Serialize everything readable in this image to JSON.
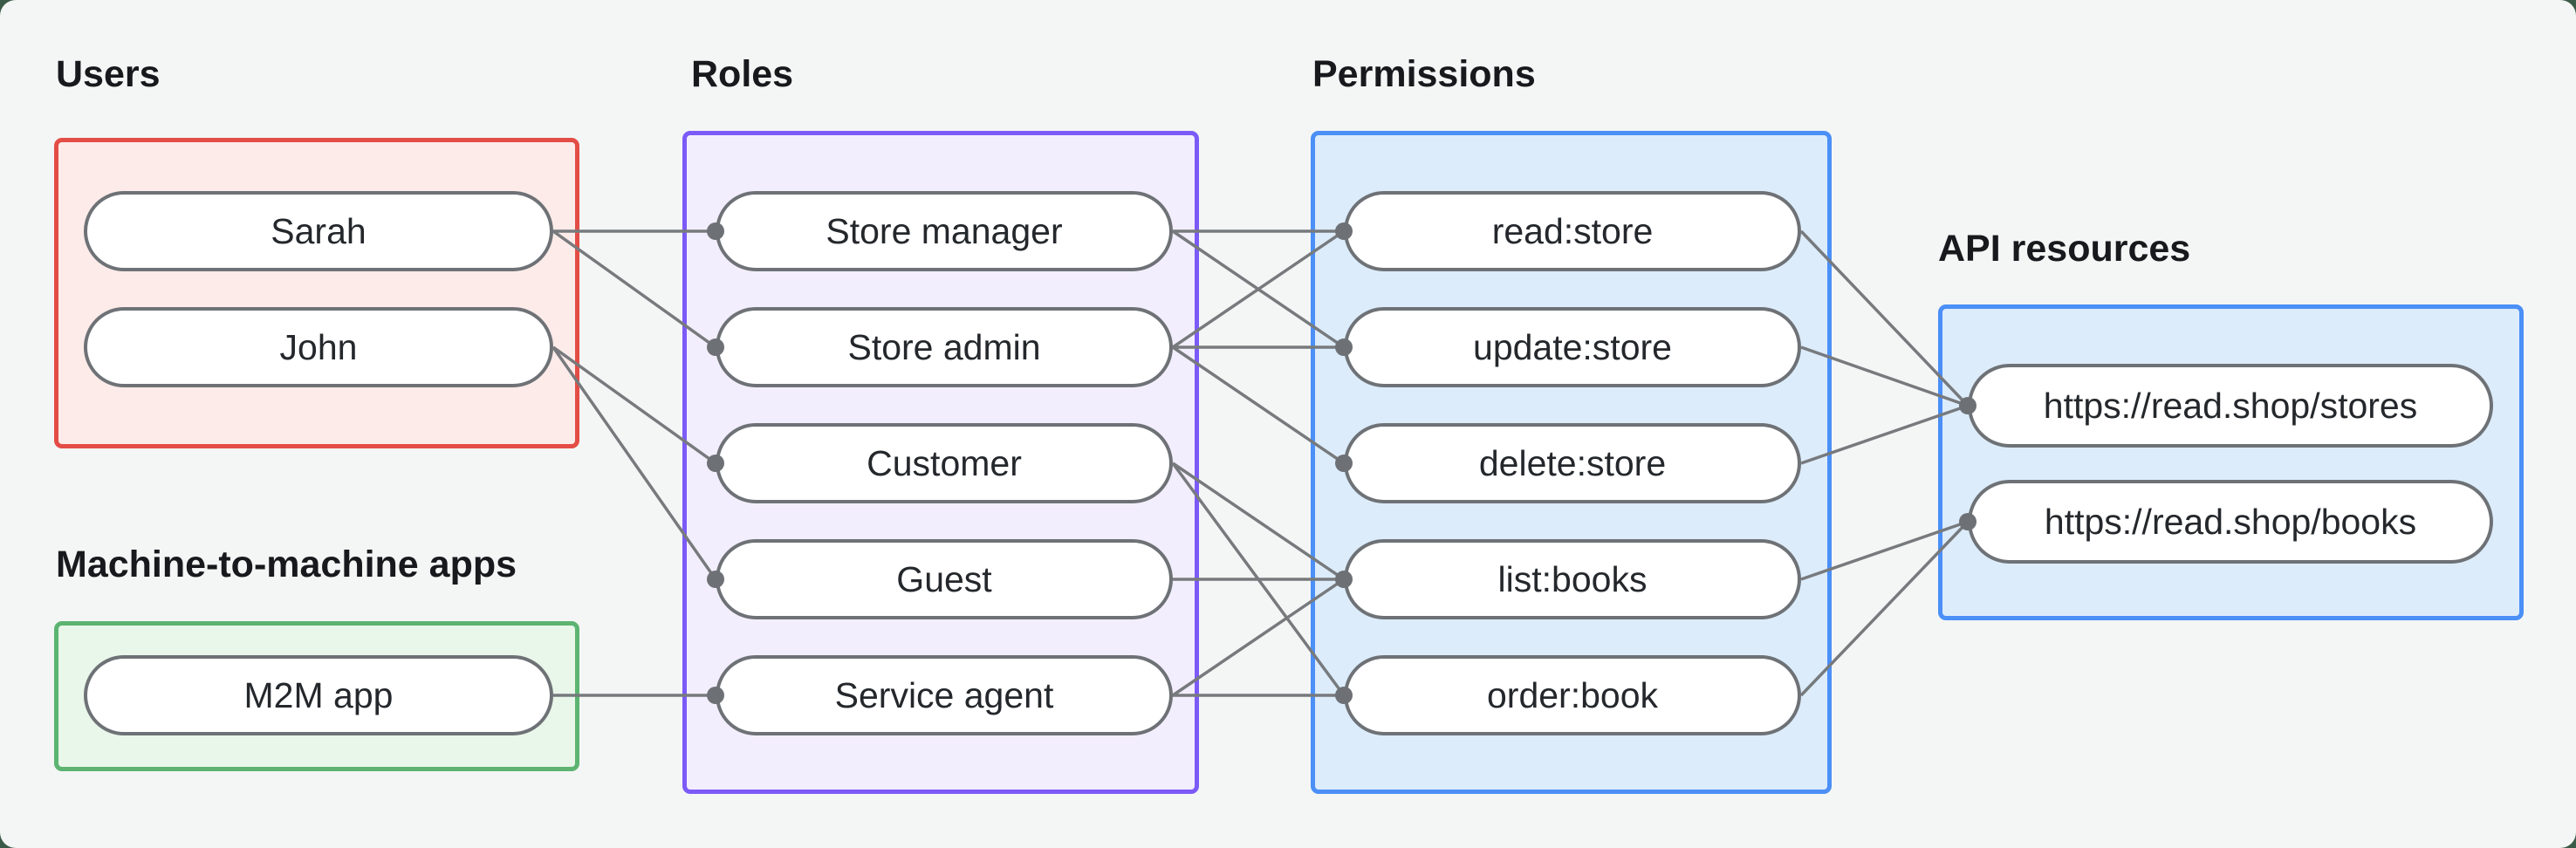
{
  "diagram": {
    "background": "#f4f6f5",
    "groups": [
      {
        "id": "users",
        "title": "Users",
        "border_color": "#e34d46",
        "fill_color": "#fcebe9",
        "nodes": [
          {
            "id": "sarah",
            "label": "Sarah"
          },
          {
            "id": "john",
            "label": "John"
          }
        ]
      },
      {
        "id": "m2m",
        "title": "Machine-to-machine apps",
        "border_color": "#5cb470",
        "fill_color": "#e9f6ea",
        "nodes": [
          {
            "id": "m2m-app",
            "label": "M2M app"
          }
        ]
      },
      {
        "id": "roles",
        "title": "Roles",
        "border_color": "#7b5af7",
        "fill_color": "#f3eefd",
        "nodes": [
          {
            "id": "store-manager",
            "label": "Store manager"
          },
          {
            "id": "store-admin",
            "label": "Store admin"
          },
          {
            "id": "customer",
            "label": "Customer"
          },
          {
            "id": "guest",
            "label": "Guest"
          },
          {
            "id": "service-agent",
            "label": "Service agent"
          }
        ]
      },
      {
        "id": "permissions",
        "title": "Permissions",
        "border_color": "#4b8ff7",
        "fill_color": "#dcecfb",
        "nodes": [
          {
            "id": "read-store",
            "label": "read:store"
          },
          {
            "id": "update-store",
            "label": "update:store"
          },
          {
            "id": "delete-store",
            "label": "delete:store"
          },
          {
            "id": "list-books",
            "label": "list:books"
          },
          {
            "id": "order-book",
            "label": "order:book"
          }
        ]
      },
      {
        "id": "api",
        "title": "API resources",
        "border_color": "#4b8ff7",
        "fill_color": "#dcecfb",
        "nodes": [
          {
            "id": "stores",
            "label": "https://read.shop/stores"
          },
          {
            "id": "books",
            "label": "https://read.shop/books"
          }
        ]
      }
    ],
    "edges": [
      [
        "sarah",
        "store-manager"
      ],
      [
        "sarah",
        "store-admin"
      ],
      [
        "john",
        "customer"
      ],
      [
        "john",
        "guest"
      ],
      [
        "m2m-app",
        "service-agent"
      ],
      [
        "store-manager",
        "read-store"
      ],
      [
        "store-manager",
        "update-store"
      ],
      [
        "store-admin",
        "read-store"
      ],
      [
        "store-admin",
        "update-store"
      ],
      [
        "store-admin",
        "delete-store"
      ],
      [
        "customer",
        "list-books"
      ],
      [
        "customer",
        "order-book"
      ],
      [
        "guest",
        "list-books"
      ],
      [
        "service-agent",
        "list-books"
      ],
      [
        "service-agent",
        "order-book"
      ],
      [
        "read-store",
        "stores"
      ],
      [
        "update-store",
        "stores"
      ],
      [
        "delete-store",
        "stores"
      ],
      [
        "list-books",
        "books"
      ],
      [
        "order-book",
        "books"
      ]
    ],
    "edge_color": "#777a7d",
    "dot_color": "#6d7175",
    "node_border_color": "#6e7276"
  }
}
